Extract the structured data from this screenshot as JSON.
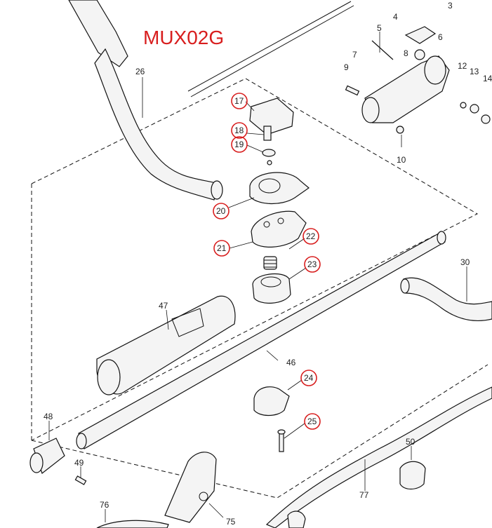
{
  "model": {
    "text": "MUX02G",
    "color": "#d81e1e"
  },
  "highlight_color": "#d81e1e",
  "parts": {
    "p3": "3",
    "p4": "4",
    "p5": "5",
    "p6": "6",
    "p7": "7",
    "p8": "8",
    "p9": "9",
    "p10": "10",
    "p12": "12",
    "p13": "13",
    "p14": "14",
    "p17": "17",
    "p18": "18",
    "p19": "19",
    "p20": "20",
    "p21": "21",
    "p22": "22",
    "p23": "23",
    "p24": "24",
    "p25": "25",
    "p26": "26",
    "p30": "30",
    "p46": "46",
    "p47": "47",
    "p48": "48",
    "p49": "49",
    "p50": "50",
    "p75": "75",
    "p76": "76",
    "p77": "77"
  }
}
